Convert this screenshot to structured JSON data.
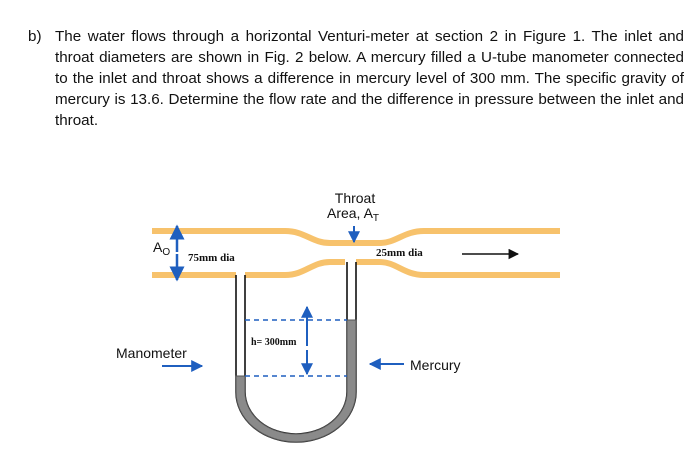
{
  "question": {
    "label": "b)",
    "text": "The water flows through a horizontal Venturi-meter at section 2 in Figure 1. The inlet and throat diameters are shown in Fig. 2 below. A mercury filled a U-tube manometer connected to the inlet and throat shows a difference in mercury level of 300 mm. The specific gravity of mercury is 13.6. Determine the flow rate and the difference in pressure between the inlet and throat."
  },
  "figure": {
    "throat_label_line1": "Throat",
    "throat_label_line2": "Area, A",
    "throat_label_sub": "T",
    "inlet_symbol": "A",
    "inlet_symbol_sub": "O",
    "inlet_diameter": "75mm dia",
    "throat_diameter": "25mm dia",
    "manometer_label": "Manometer",
    "mercury_label": "Mercury",
    "level_difference": "h= 300mm"
  },
  "colors": {
    "pipe_wall": "#f7c26c",
    "arrow": "#1f5fbf",
    "mercury": "#8a8a8a"
  }
}
